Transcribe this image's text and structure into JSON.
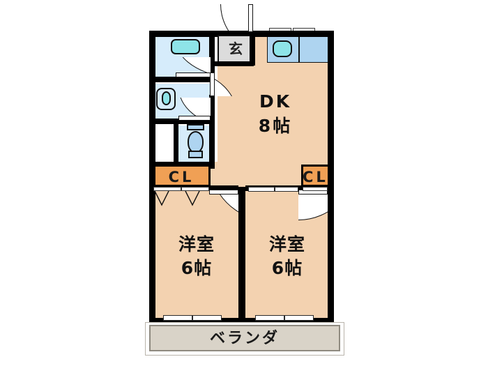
{
  "document": {
    "type": "floor-plan",
    "title": "2DK apartment floor plan",
    "unit_layout": "2DK"
  },
  "rooms": [
    {
      "id": "dk",
      "label_line1": "DK",
      "label_line2": "8帖",
      "name": "dining-kitchen"
    },
    {
      "id": "room-left",
      "label_line1": "洋室",
      "label_line2": "6帖",
      "name": "western-room-left"
    },
    {
      "id": "room-right",
      "label_line1": "洋室",
      "label_line2": "6帖",
      "name": "western-room-right"
    },
    {
      "id": "genkan",
      "label_line1": "玄",
      "label_line2": "",
      "name": "entrance"
    },
    {
      "id": "veranda",
      "label_line1": "ベランダ",
      "label_line2": "",
      "name": "balcony"
    }
  ],
  "closets": [
    {
      "id": "cl-left",
      "label": "CL",
      "name": "closet-left"
    },
    {
      "id": "cl-right",
      "label": "CL",
      "name": "closet-right"
    }
  ],
  "fixtures": [
    {
      "id": "bathtub",
      "name": "bathtub"
    },
    {
      "id": "washbasin",
      "name": "washbasin"
    },
    {
      "id": "toilet",
      "name": "toilet"
    },
    {
      "id": "kitchen-sink",
      "name": "kitchen-sink"
    },
    {
      "id": "kitchen-counter",
      "name": "kitchen-counter"
    }
  ],
  "colors": {
    "room_floor": "#f3d2b0",
    "wet_area": "#d6ecfb",
    "closet": "#f0a055",
    "entrance": "#dcdcdc",
    "veranda": "#d9d3c8",
    "wall": "#000000",
    "tub_water": "#8ee4e8",
    "fixture": "#aed4f0"
  }
}
